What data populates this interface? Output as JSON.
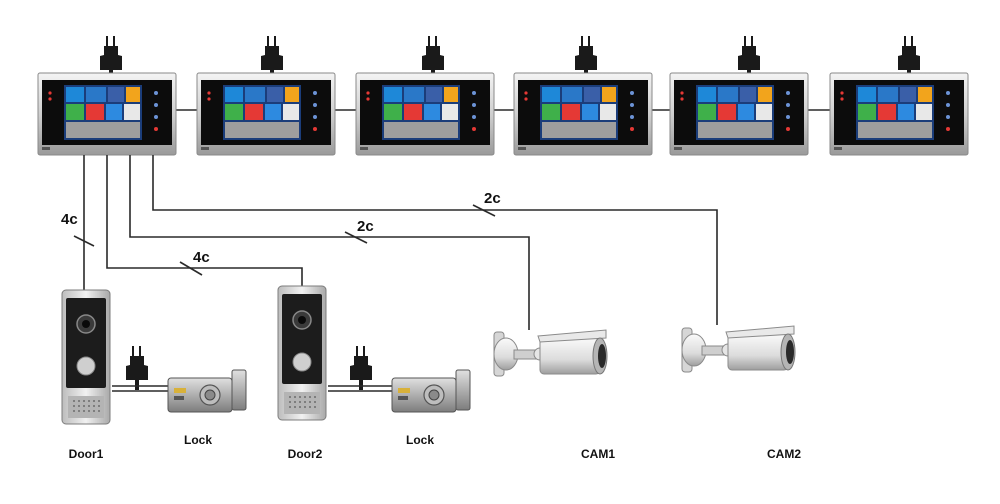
{
  "monitors": [
    {
      "id": "monitor-1"
    },
    {
      "id": "monitor-2"
    },
    {
      "id": "monitor-3"
    },
    {
      "id": "monitor-4"
    },
    {
      "id": "monitor-5"
    },
    {
      "id": "monitor-6"
    }
  ],
  "tile_colors": [
    "#1e88d8",
    "#2a78c8",
    "#f2a41c",
    "#3fb04a",
    "#e53935",
    "#2d8ae0",
    "#9e9e9e"
  ],
  "cable_labels": {
    "door1": "4c",
    "door2": "4c",
    "cam1": "2c",
    "cam2": "2c"
  },
  "devices": {
    "door1": "Door1",
    "lock1": "Lock",
    "door2": "Door2",
    "lock2": "Lock",
    "cam1": "CAM1",
    "cam2": "CAM2"
  }
}
